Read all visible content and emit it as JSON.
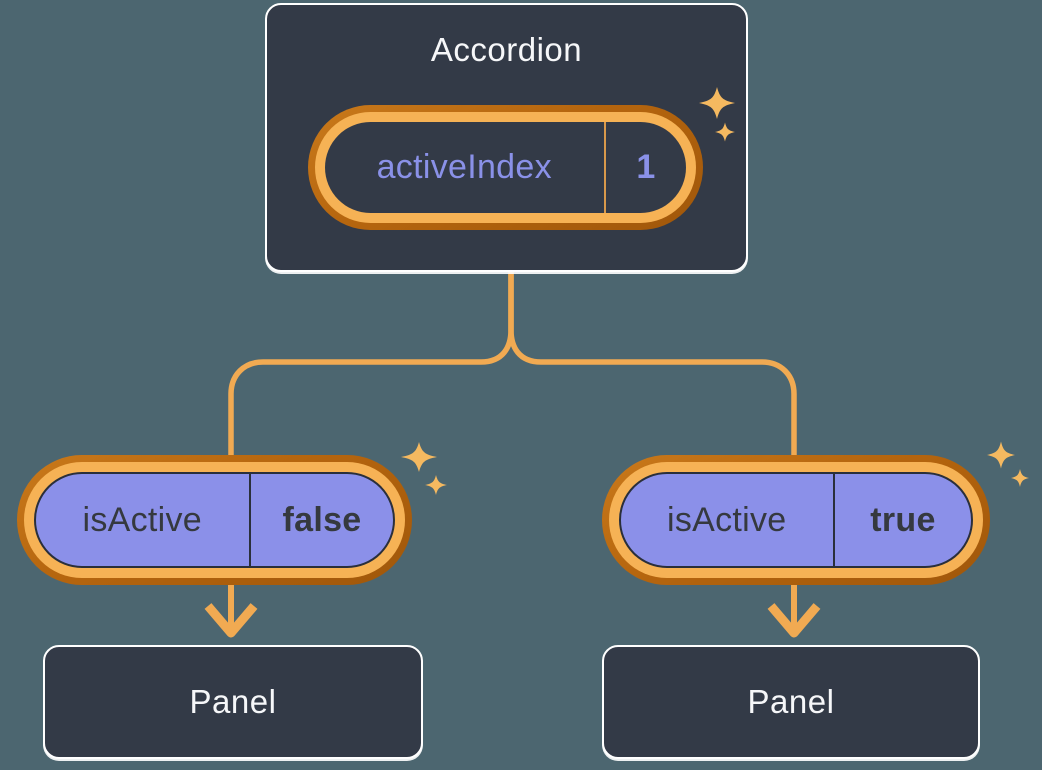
{
  "diagram": {
    "type": "component-state-tree",
    "root": {
      "title": "Accordion",
      "state": {
        "name": "activeIndex",
        "value": "1"
      }
    },
    "children": [
      {
        "state": {
          "name": "isActive",
          "value": "false"
        },
        "child": {
          "title": "Panel"
        }
      },
      {
        "state": {
          "name": "isActive",
          "value": "true"
        },
        "child": {
          "title": "Panel"
        }
      }
    ]
  },
  "colors": {
    "background": "#4C6670",
    "card_fill": "#333A47",
    "card_border": "#FFFFFF",
    "pill_ring_outer": "#B5650E",
    "pill_ring_inner": "#F6B255",
    "pill_fill_active": "#8B90E9",
    "pill_inner_border": "#2A2F3B",
    "state_text": "#8A91E8",
    "label_text_dark": "#35393F",
    "title_text": "#F6F7F9",
    "connector": "#F1AA52",
    "sparkle": "#F5B960"
  }
}
